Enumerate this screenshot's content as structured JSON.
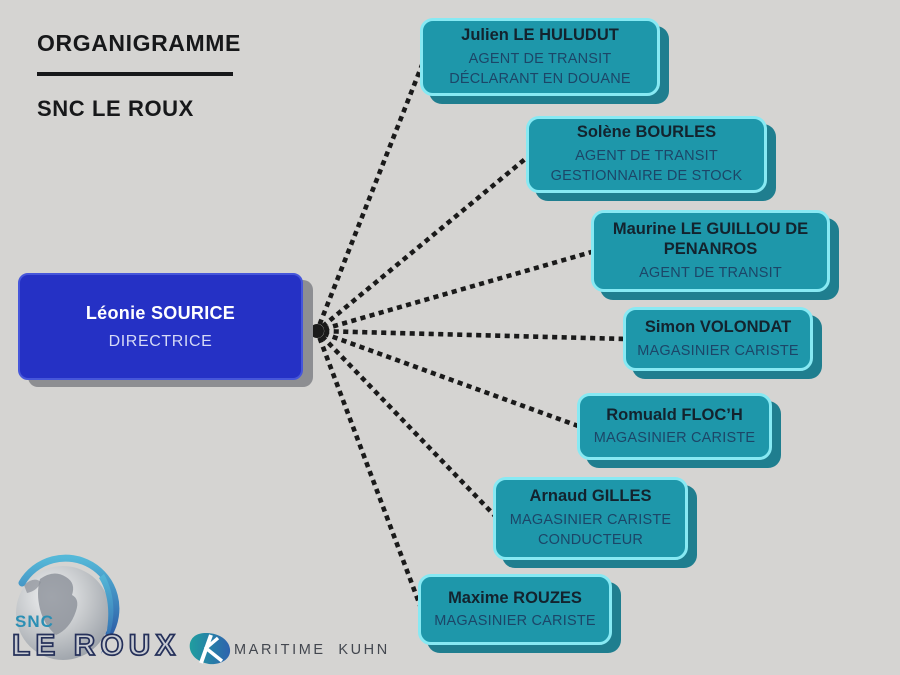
{
  "header": {
    "title": "ORGANIGRAMME",
    "company": "SNC LE ROUX"
  },
  "director": {
    "name": "Léonie SOURICE",
    "role": "DIRECTRICE"
  },
  "employees": [
    {
      "name": "Julien LE HULUDUT",
      "roles": [
        "AGENT DE TRANSIT",
        "DÉCLARANT EN DOUANE"
      ]
    },
    {
      "name": "Solène BOURLES",
      "roles": [
        "AGENT DE TRANSIT",
        "GESTIONNAIRE DE STOCK"
      ]
    },
    {
      "name": "Maurine LE GUILLOU DE PENANROS",
      "roles": [
        "AGENT DE TRANSIT"
      ]
    },
    {
      "name": "Simon VOLONDAT",
      "roles": [
        "MAGASINIER CARISTE"
      ]
    },
    {
      "name": "Romuald FLOC’H",
      "roles": [
        "MAGASINIER CARISTE"
      ]
    },
    {
      "name": "Arnaud GILLES",
      "roles": [
        "MAGASINIER CARISTE",
        "CONDUCTEUR"
      ]
    },
    {
      "name": "Maxime ROUZES",
      "roles": [
        "MAGASINIER CARISTE"
      ]
    }
  ],
  "footer_logos": {
    "snc": {
      "small": "SNC",
      "main": "LE ROUX"
    },
    "maritime_kuhn": {
      "label": "MARITIME KUHN"
    }
  },
  "colors": {
    "background": "#d5d4d2",
    "employee_box": "#1e97aa",
    "employee_border": "#87e9f3",
    "employee_shadow": "#1f7e8f",
    "employee_name_text": "#13232e",
    "employee_role_text": "#1c4668",
    "director_box": "#2531c5",
    "director_border": "#4656da",
    "director_shadow": "#8d8e92",
    "director_role_text": "#d6daf6",
    "connector": "#1a1a1a",
    "logo_teal": "#2b8fb4",
    "logo_navy": "#25305a"
  }
}
